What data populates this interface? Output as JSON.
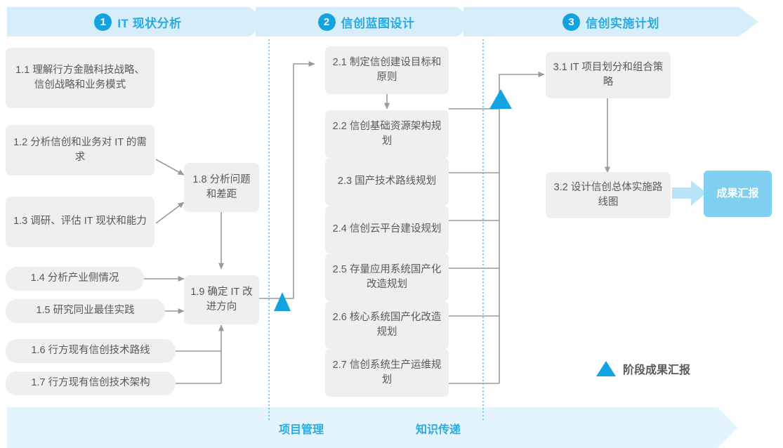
{
  "header": {
    "phases": [
      {
        "number": "1",
        "title": "IT 现状分析"
      },
      {
        "number": "2",
        "title": "信创蓝图设计"
      },
      {
        "number": "3",
        "title": "信创实施计划"
      }
    ]
  },
  "phase1": {
    "boxes": [
      {
        "id": "1.1",
        "label": "1.1 理解行方金融科技战略、信创战略和业务模式"
      },
      {
        "id": "1.2",
        "label": "1.2 分析信创和业务对 IT 的需求"
      },
      {
        "id": "1.3",
        "label": "1.3 调研、评估 IT 现状和能力"
      },
      {
        "id": "1.4",
        "label": "1.4 分析产业侧情况"
      },
      {
        "id": "1.5",
        "label": "1.5 研究同业最佳实践"
      },
      {
        "id": "1.6",
        "label": "1.6 行方现有信创技术路线"
      },
      {
        "id": "1.7",
        "label": "1.7 行方现有信创技术架构"
      },
      {
        "id": "1.8",
        "label": "1.8 分析问题和差距"
      },
      {
        "id": "1.9",
        "label": "1.9 确定 IT 改进方向"
      }
    ]
  },
  "phase2": {
    "boxes": [
      {
        "id": "2.1",
        "label": "2.1 制定信创建设目标和原则"
      },
      {
        "id": "2.2",
        "label": "2.2 信创基础资源架构规划"
      },
      {
        "id": "2.3",
        "label": "2.3 国产技术路线规划"
      },
      {
        "id": "2.4",
        "label": "2.4 信创云平台建设规划"
      },
      {
        "id": "2.5",
        "label": "2.5 存量应用系统国产化改造规划"
      },
      {
        "id": "2.6",
        "label": "2.6 核心系统国产化改造规划"
      },
      {
        "id": "2.7",
        "label": "2.7 信创系统生产运维规划"
      }
    ]
  },
  "phase3": {
    "boxes": [
      {
        "id": "3.1",
        "label": "3.1 IT 项目划分和组合策略"
      },
      {
        "id": "3.2",
        "label": "3.2 设计信创总体实施路线图"
      }
    ],
    "deliverable": "成果汇报"
  },
  "legend": {
    "marker_label": "阶段成果汇报"
  },
  "footer": {
    "labels": [
      "项目管理",
      "知识传递"
    ]
  },
  "colors": {
    "accent": "#29ABE2",
    "accent_deep": "#13A3E0",
    "banner": "#D7EDF9",
    "footer_band": "#E3F4FC",
    "box_fill": "#EFEFEF",
    "box_text": "#595959",
    "connector": "#9A9A9A",
    "result_fill": "#7FD0F0"
  }
}
